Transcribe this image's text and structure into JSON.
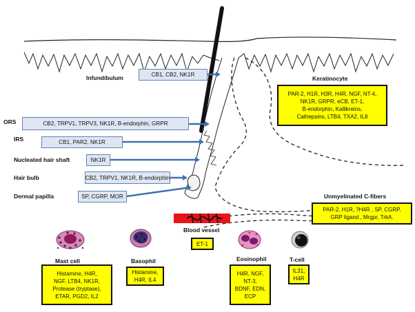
{
  "labels": {
    "infundibulum": "Infundibulum",
    "ors": "ORS",
    "irs": "IRS",
    "nucleated_hair_shaft": "Nucleated hair shaft",
    "hair_bulb": "Hair bulb",
    "dermal_papilla": "Dermal papilla",
    "keratinocyte": "Keratinocyte",
    "unmyelinated_c_fibers": "Unmyelinated C-fibers",
    "blood_vessel": "Blood vessel",
    "mast_cell": "Mast cell",
    "basophil": "Basophil",
    "eosinophil": "Eosinophil",
    "t_cell": "T-cell"
  },
  "receptor_boxes": {
    "infundibulum": "CB1, CB2, NK1R",
    "ors": "CB2, TRPV1, TRPV3, NK1R, B-endorphin, GRPR",
    "irs": "CB1, PAR2, NK1R",
    "nucleated_hair_shaft": "NK1R",
    "hair_bulb": "CB2, TRPV1, NK1R, B-endorphin",
    "dermal_papilla": "SP, CGRP, MOR"
  },
  "yellow_boxes": {
    "keratinocyte": [
      "PAR-2, H1R, H3R, H4R, NGF, NT-4,",
      "NK1R, GRPR, eCB, ET-1,",
      "B-endorphin, Kallikreins,",
      "Cathepsins, LTB4, TXA2, IL8"
    ],
    "c_fibers": [
      "PAR-2, H1R, ?H4R , SP, CGRP,",
      "GRP ligand , Mrgpr, TrkA."
    ],
    "blood_vessel": [
      "ET-1"
    ],
    "mast_cell": [
      "Histamine, H4R,",
      "NGF, LTB4, NK1R,",
      "Protease (tryptase),",
      "ETAR, PGD2, IL2"
    ],
    "basophil": [
      "Histamine,",
      "H4R, IL4"
    ],
    "eosinophil": [
      "H4R, NGF,",
      "NT-3,",
      "BDNF, EDN,",
      "ECP"
    ],
    "t_cell": [
      "IL31,",
      "H4R"
    ]
  },
  "colors": {
    "arrow_blue": "#3f6fb0",
    "box_fill_blue": "#dfe6f1",
    "highlight_yellow": "#ffff00",
    "vessel_red": "#e8141b"
  }
}
